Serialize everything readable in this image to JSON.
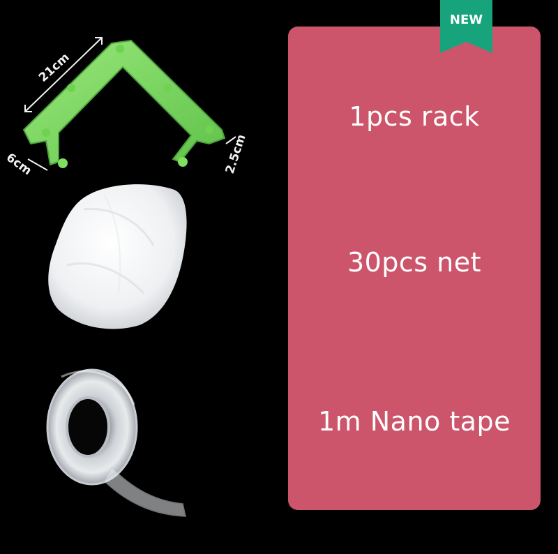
{
  "badge": {
    "label": "NEW",
    "color": "#17a47c"
  },
  "panel": {
    "color": "#cc556b",
    "items": [
      "1pcs rack",
      "30pcs net",
      "1m Nano tape"
    ]
  },
  "dimensions": {
    "length": "21cm",
    "width": "6cm",
    "height": "2.5cm"
  },
  "colors": {
    "background": "#000000",
    "rack": "#7ed95f",
    "text": "#ffffff"
  }
}
